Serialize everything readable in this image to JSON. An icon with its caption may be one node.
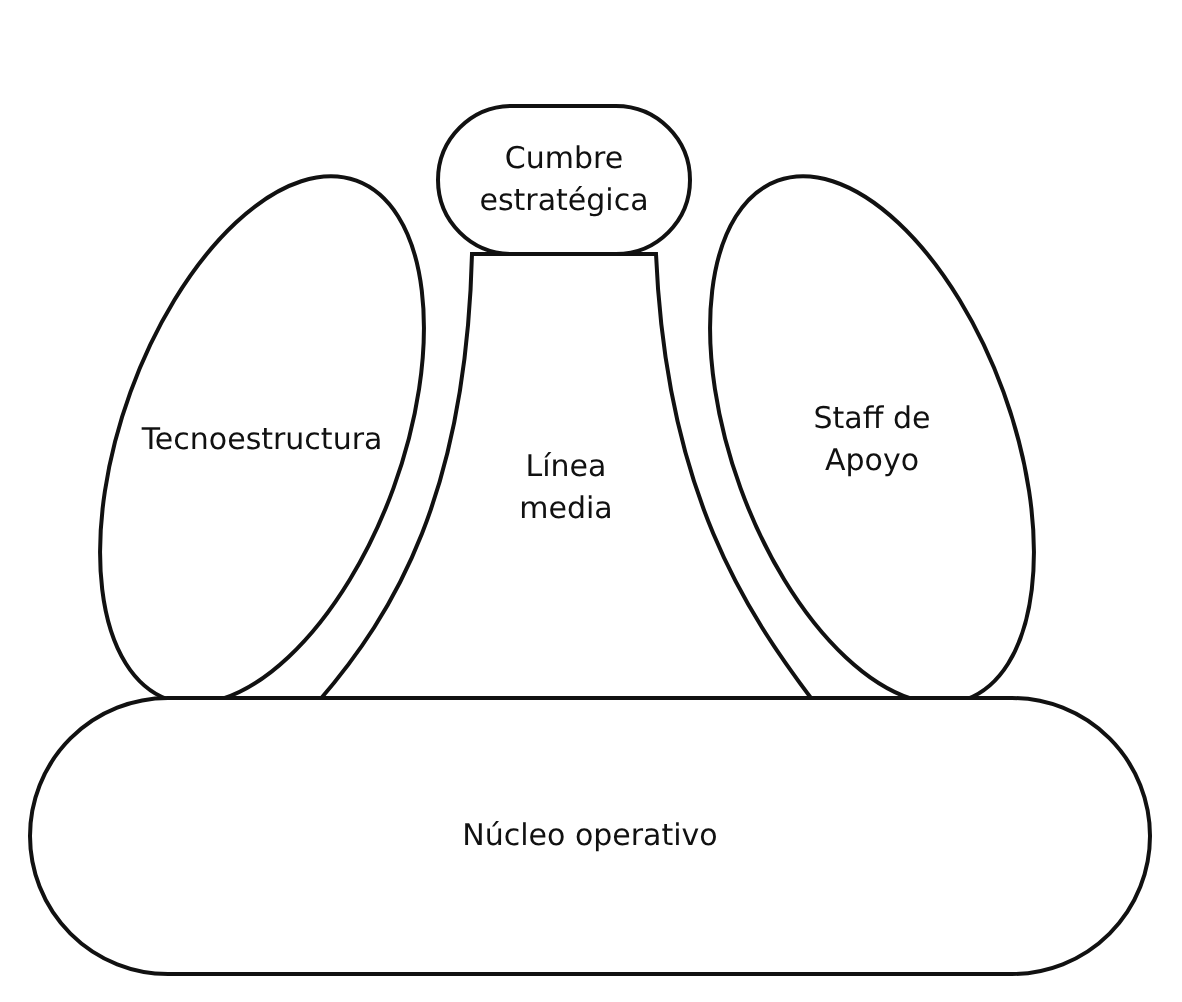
{
  "diagram": {
    "nodes": [
      {
        "text": [
          "Cumbre estratégica"
        ]
      },
      {
        "text": [
          "Tecnoestructura"
        ]
      },
      {
        "text": [
          "Línea media"
        ]
      },
      {
        "text": [
          "Staff de Apoyo"
        ]
      },
      {
        "text": [
          "Núcleo operativo"
        ]
      }
    ]
  }
}
